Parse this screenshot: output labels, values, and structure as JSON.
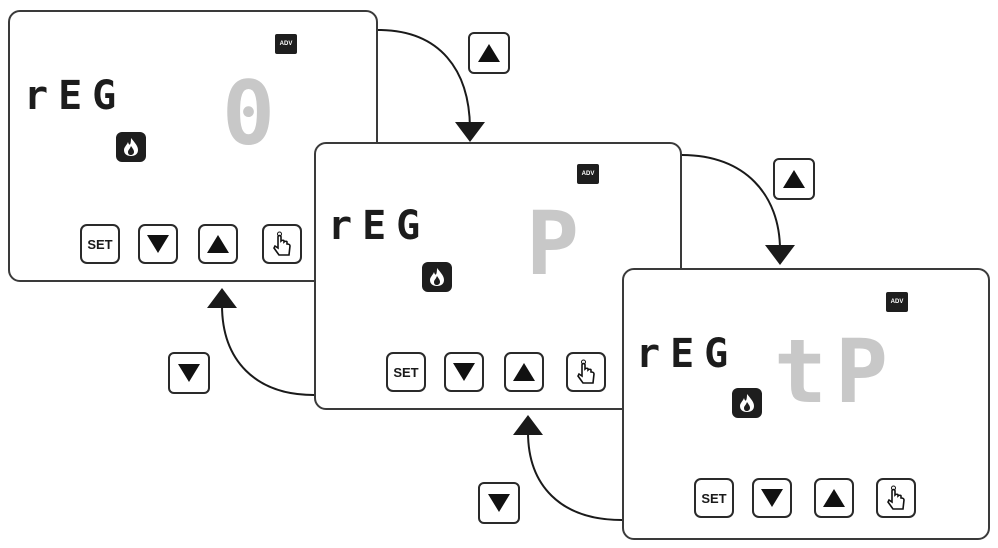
{
  "panels": [
    {
      "badge": "ADV",
      "code": "rEG",
      "value": "0",
      "buttons": {
        "set": "SET",
        "down": "down",
        "up": "up",
        "hand": "hand"
      }
    },
    {
      "badge": "ADV",
      "code": "rEG",
      "value": "P",
      "buttons": {
        "set": "SET",
        "down": "down",
        "up": "up",
        "hand": "hand"
      }
    },
    {
      "badge": "ADV",
      "code": "rEG",
      "value": "tP",
      "buttons": {
        "set": "SET",
        "down": "down",
        "up": "up",
        "hand": "hand"
      }
    }
  ],
  "icons": {
    "flame": "flame-icon",
    "up": "up-arrow-icon",
    "down": "down-arrow-icon",
    "hand": "hand-press-icon"
  },
  "colors": {
    "segment_dim": "#c8c8c8",
    "segment_dark": "#1c1c1c",
    "border": "#3a3a3a"
  }
}
